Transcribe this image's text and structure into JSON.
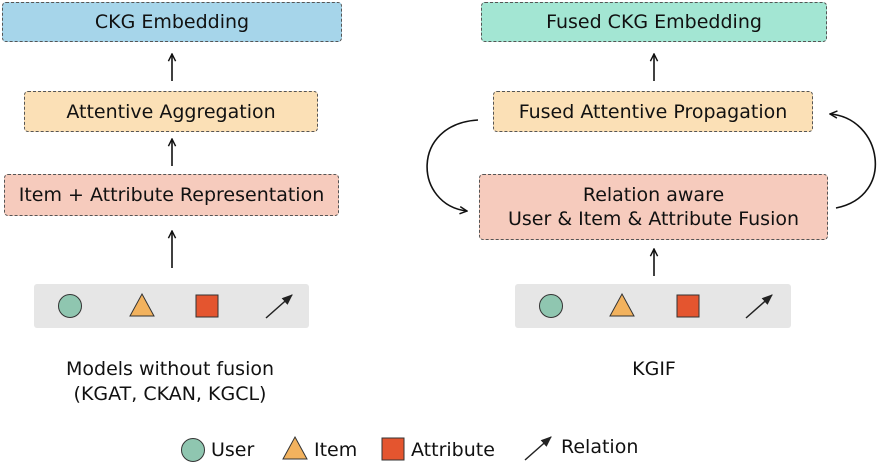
{
  "left": {
    "top_box": "CKG Embedding",
    "middle_box": "Attentive Aggregation",
    "bottom_box": "Item + Attribute Representation",
    "caption_line1": "Models without fusion",
    "caption_line2": "(KGAT, CKAN, KGCL)"
  },
  "right": {
    "top_box": "Fused CKG Embedding",
    "middle_box": "Fused Attentive Propagation",
    "bottom_box_line1": "Relation aware",
    "bottom_box_line2": "User & Item & Attribute Fusion",
    "caption": "KGIF"
  },
  "legend": {
    "user": "User",
    "item": "Item",
    "attribute": "Attribute",
    "relation": "Relation"
  },
  "colors": {
    "user": "#8fc6b0",
    "item": "#f2b25e",
    "attribute": "#e4552f",
    "embedding_left": "#a6d5ea",
    "embedding_right": "#a3e6d3",
    "aggregation": "#fbe0b6",
    "representation": "#f6cbbd"
  }
}
